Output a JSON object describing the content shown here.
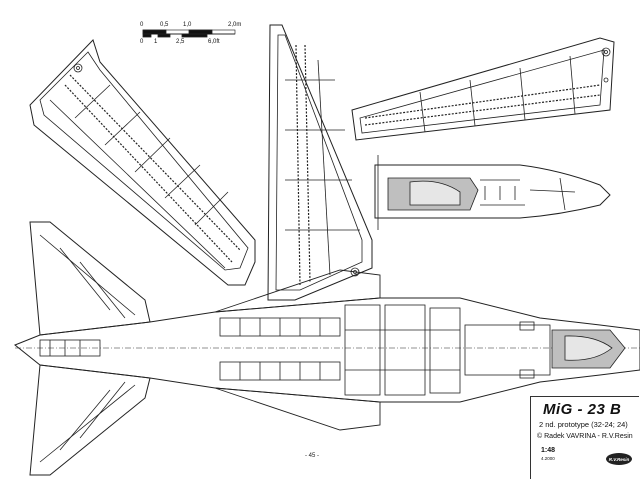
{
  "scale_bar": {
    "metric_top": [
      "0",
      "0,5",
      "1,0",
      "2,0m"
    ],
    "metric_bottom": [
      "0",
      "1",
      "2,5",
      "6,0ft"
    ]
  },
  "title_block": {
    "model": "MiG - 23 B",
    "variant": "2 nd. prototype (32-24; 24)",
    "copyright_symbol": "©",
    "authors": "Radek VAVRINA - R.V.Resin",
    "scale": "1:48",
    "issue": "4.2000",
    "publisher_logo_text": "R.V.Resin"
  },
  "page_number": "- 45 -",
  "icons": {
    "plane_drawing": "aircraft-planform-icon",
    "wing_upper": "wing-panel-icon",
    "fuselage_side": "fuselage-section-icon"
  }
}
